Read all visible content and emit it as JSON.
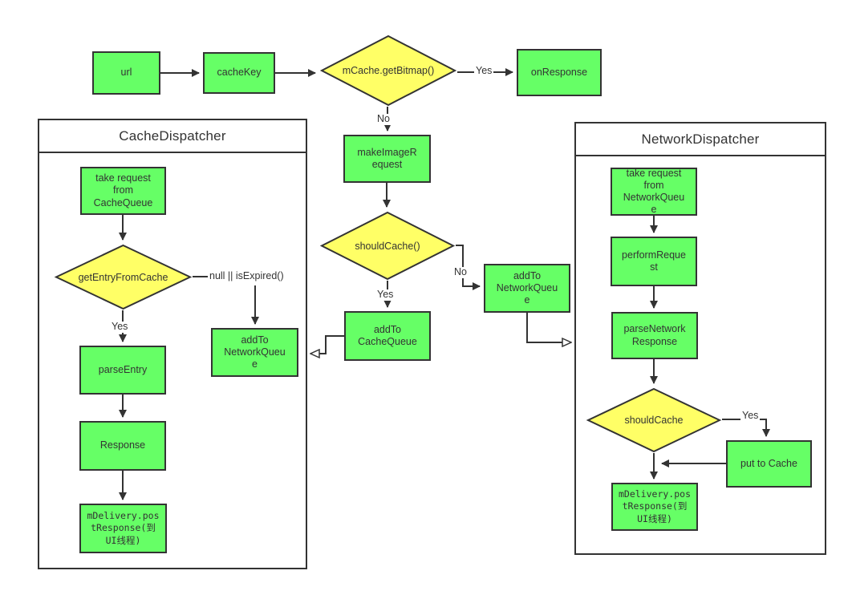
{
  "colors": {
    "process_fill": "#66ff66",
    "decision_fill": "#ffff66",
    "stroke": "#333333",
    "text": "#333333",
    "background": "#ffffff"
  },
  "containers": {
    "cache": {
      "title": "CacheDispatcher"
    },
    "network": {
      "title": "NetworkDispatcher"
    }
  },
  "nodes": {
    "url": "url",
    "cache_key": "cacheKey",
    "mcache_get_bitmap": "mCache.getBitmap()",
    "on_response": "onResponse",
    "make_image_request": "makeImageR\nequest",
    "should_cache_mid": "shouldCache()",
    "add_to_cache_queue": "addTo\nCacheQueue",
    "add_to_network_queue_mid": "addTo\nNetworkQueu\ne",
    "take_request_cache": "take request\nfrom\nCacheQueue",
    "get_entry_from_cache": "getEntryFromCache",
    "add_to_network_queue_cache": "addTo\nNetworkQueu\ne",
    "parse_entry": "parseEntry",
    "response": "Response",
    "mdelivery_cache": "mDelivery.pos\ntResponse(到\nUI线程)",
    "take_request_network": "take request\nfrom\nNetworkQueu\ne",
    "perform_request": "performReque\nst",
    "parse_network_response": "parseNetwork\nResponse",
    "should_cache_network": "shouldCache",
    "put_to_cache": "put to Cache",
    "mdelivery_network": "mDelivery.pos\ntResponse(到\nUI线程)"
  },
  "edge_labels": {
    "yes_top": "Yes",
    "no_top": "No",
    "yes_mid": "Yes",
    "no_mid": "No",
    "null_expired": "null || isExpired()",
    "yes_cache": "Yes",
    "yes_network": "Yes"
  }
}
